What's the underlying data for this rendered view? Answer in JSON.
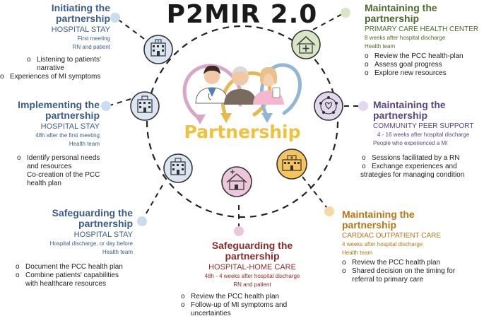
{
  "title": "P2MIR 2.0",
  "center_label": "Partnership",
  "colors": {
    "blue": "#3c5d8a",
    "green": "#4d6b2c",
    "purple": "#5b4583",
    "orange": "#b87514",
    "red": "#8f2a2a",
    "center": "#f0c23c"
  },
  "initiating": {
    "heading_l1": "Initiating the",
    "heading_l2": "partnership",
    "setting": "HOSPITAL STAY",
    "detail_l1": "First meeting",
    "detail_l2": "RN and patient",
    "items": [
      "Listening to patients'",
      "narrative",
      "Experiences of MI symptoms"
    ]
  },
  "implementing": {
    "heading_l1": "Implementing the",
    "heading_l2": "partnership",
    "setting": "HOSPITAL STAY",
    "detail_l1": "48h after the first meeting",
    "detail_l2": "Health team",
    "items": [
      "Identify personal needs",
      "and resources",
      "Co-creation of the PCC",
      "health plan"
    ]
  },
  "safeguarding_hospital": {
    "heading_l1": "Safeguarding the",
    "heading_l2": "partnership",
    "setting": "HOSPITAL STAY",
    "detail_l1": "Hospital discharge, or day before",
    "detail_l2": "Health team",
    "items": [
      "Document the PCC health plan",
      "Combine patients' capabilities",
      "with healthcare resources"
    ]
  },
  "safeguarding_home": {
    "heading_l1": "Safeguarding the",
    "heading_l2": "partnership",
    "setting": "HOSPITAL-HOME CARE",
    "detail_l1": "48h - 4 weeks after hospital discharge",
    "detail_l2": "RN and patient",
    "items": [
      "Review the PCC health plan",
      "Follow-up of MI symptoms and",
      "uncertainties"
    ]
  },
  "maintaining_primary": {
    "heading_l1": "Maintaining the",
    "heading_l2": "partnership",
    "setting": "PRIMARY CARE HEALTH CENTER",
    "detail_l1": "8 weeks after hospital discharge",
    "detail_l2": "Health team",
    "items": [
      "Review the PCC health-plan",
      "Assess goal progress",
      "Explore new resources"
    ]
  },
  "maintaining_community": {
    "heading_l1": "Maintaining the",
    "heading_l2": "partnership",
    "setting": "COMMUNITY PEER SUPPORT",
    "detail_l1": "4 - 16 weeks after hospital discharge",
    "detail_l2": "People who experienced a MI",
    "items": [
      "Sessions facilitated by a RN",
      "Exchange experiences and",
      "strategies for managing condition"
    ]
  },
  "maintaining_cardiac": {
    "heading_l1": "Maintaining the",
    "heading_l2": "partnership",
    "setting": "CARDIAC OUTPATIENT CARE",
    "detail_l1": "4 weeks after hospital discharge",
    "detail_l2": "Health team",
    "items": [
      "Review the PCC health plan",
      "Shared decision on the timing for",
      "referral to primary care"
    ]
  }
}
